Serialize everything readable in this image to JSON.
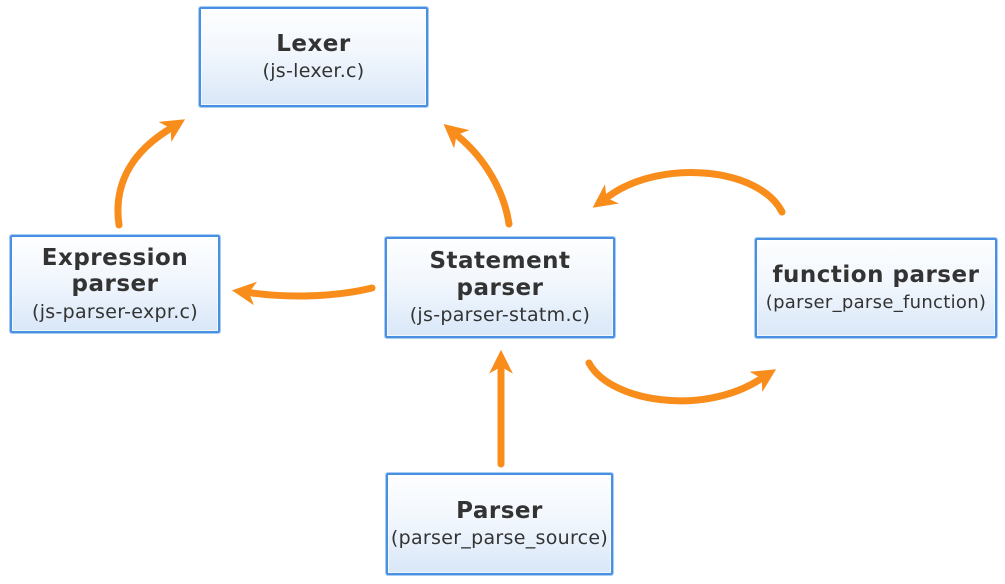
{
  "diagram": {
    "description": "Parser module relationship diagram",
    "colors": {
      "arrow": "#f98d1c",
      "box_border": "#4a90e2",
      "box_fill_top": "#fdfeff",
      "box_fill_bottom": "#d9e7f8",
      "text": "#333333",
      "background": "#ffffff"
    },
    "nodes": {
      "lexer": {
        "title": "Lexer",
        "subtitle": "(js-lexer.c)"
      },
      "expression_parser": {
        "title": "Expression parser",
        "subtitle": "(js-parser-expr.c)"
      },
      "statement_parser": {
        "title": "Statement parser",
        "subtitle": "(js-parser-statm.c)"
      },
      "function_parser": {
        "title": "function parser",
        "subtitle": "(parser_parse_function)"
      },
      "parser": {
        "title": "Parser",
        "subtitle": "(parser_parse_source)"
      }
    },
    "edges": [
      {
        "from": "Expression parser",
        "to": "Lexer"
      },
      {
        "from": "Statement parser",
        "to": "Lexer"
      },
      {
        "from": "Statement parser",
        "to": "Expression parser"
      },
      {
        "from": "function parser",
        "to": "Statement parser"
      },
      {
        "from": "Statement parser",
        "to": "function parser"
      },
      {
        "from": "Parser",
        "to": "Statement parser"
      }
    ]
  }
}
